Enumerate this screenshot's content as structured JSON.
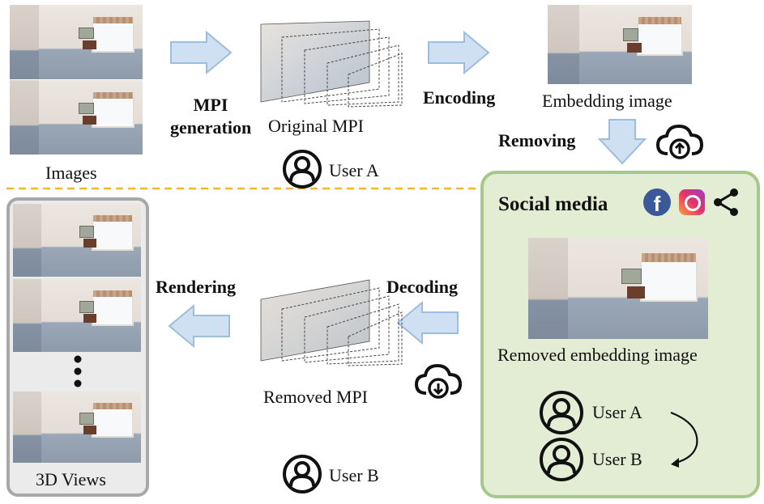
{
  "images_label": "Images",
  "mpi_generation_label_1": "MPI",
  "mpi_generation_label_2": "generation",
  "original_mpi_label": "Original MPI",
  "user_a_top_label": "User A",
  "encoding_label": "Encoding",
  "embedding_image_label": "Embedding image",
  "removing_label": "Removing",
  "social_media_title": "Social media",
  "facebook_glyph": "f",
  "removed_embedding_label": "Removed embedding image",
  "social_user_a_label": "User A",
  "social_user_b_label": "User B",
  "decoding_label": "Decoding",
  "removed_mpi_label": "Removed MPI",
  "rendering_label": "Rendering",
  "user_b_bottom_label": "User B",
  "views_label": "3D Views",
  "colors": {
    "arrow_fill": "#cfe0f2",
    "arrow_stroke": "#9dbddc",
    "dashed_divider": "#f2b632",
    "social_panel_fill": "#e3edd4",
    "social_panel_border": "#a6c98a",
    "views_panel_fill": "#ebebeb",
    "views_panel_border": "#a8a8a8"
  },
  "icons": [
    "person-icon",
    "cloud-upload-icon",
    "cloud-download-icon",
    "facebook-icon",
    "instagram-icon",
    "share-icon",
    "curved-arrow-icon",
    "ellipsis-icon"
  ]
}
